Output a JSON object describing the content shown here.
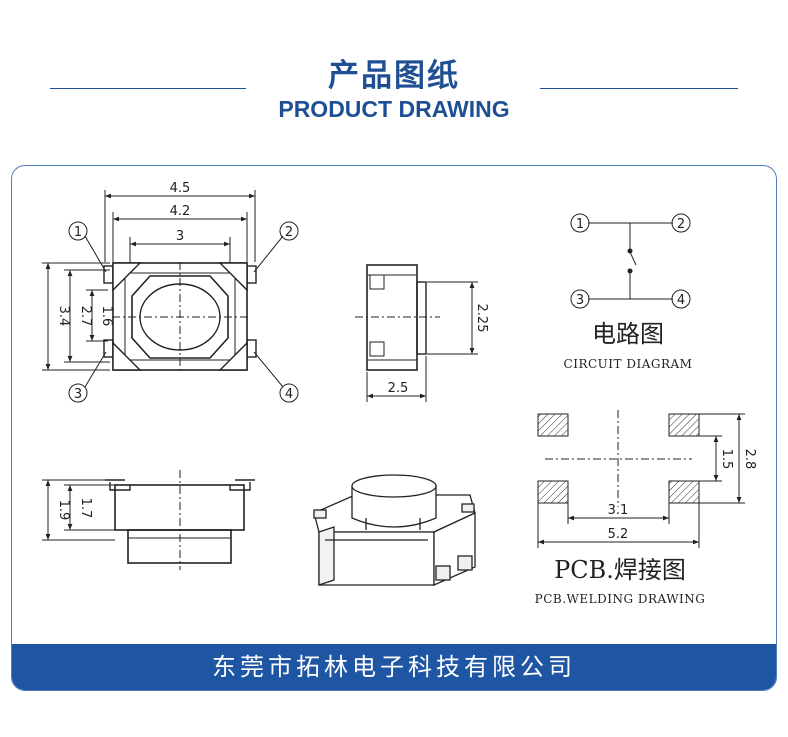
{
  "header": {
    "title_cn": "产品图纸",
    "title_en": "PRODUCT DRAWING"
  },
  "colors": {
    "brand_blue": "#1f56a4",
    "line": "#222222"
  },
  "top_view": {
    "dim_total_width": "4.5",
    "dim_body_width": "4.2",
    "dim_cap_width": "3",
    "dim_total_height": "3.4",
    "dim_body_height": "2.7",
    "dim_pin_spacing": "1.6",
    "pin1": "1",
    "pin2": "2",
    "pin3": "3",
    "pin4": "4"
  },
  "side_view": {
    "dim_height": "2.25",
    "dim_depth": "2.5"
  },
  "front_view": {
    "dim_total_height": "1.9",
    "dim_body_height": "1.7"
  },
  "circuit": {
    "pin1": "1",
    "pin2": "2",
    "pin3": "3",
    "pin4": "4",
    "label_cn": "电路图",
    "label_en": "CIRCUIT DIAGRAM"
  },
  "pcb": {
    "dim_height": "2.8",
    "dim_pad_gap": "1.5",
    "dim_inner_width": "3.1",
    "dim_outer_width": "5.2",
    "label_cn": "PCB.焊接图",
    "label_en": "PCB.WELDING DRAWING"
  },
  "footer": {
    "company": "东莞市拓林电子科技有限公司"
  }
}
